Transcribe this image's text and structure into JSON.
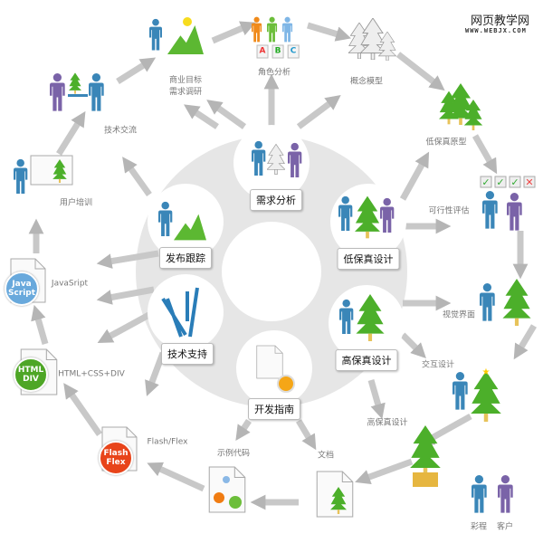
{
  "logo": {
    "title": "网页教学网",
    "url_text": "WWW.WEBJX.COM"
  },
  "hubs": {
    "requirements": "需求分析",
    "low_fi_design": "低保真设计",
    "hi_fi_design": "高保真设计",
    "dev_guide": "开发指南",
    "tech_support": "技术支持",
    "release_tracking": "发布跟踪"
  },
  "nodes": {
    "business_line1": "商业目标",
    "business_line2": "需求调研",
    "role_analysis": "角色分析",
    "concept_model": "概念模型",
    "low_fi_prototype": "低保真原型",
    "feasibility": "可行性评估",
    "visual_ui": "视觉界面",
    "interaction": "交互设计",
    "hi_fi_design": "高保真设计",
    "docs": "文档",
    "sample_code": "示例代码",
    "flash_flex": "Flash/Flex",
    "html_css_div": "HTML+CSS+DIV",
    "javascript": "JavaSript",
    "user_training": "用户培训",
    "tech_exchange": "技术交流"
  },
  "badges": {
    "js": "Java Script",
    "html": "HTML DIV",
    "flash": "Flash Flex",
    "role_letters": [
      "A",
      "B",
      "C"
    ]
  },
  "legend": {
    "designer": "彩程",
    "client": "客户"
  },
  "colors": {
    "designer": "#3a86b8",
    "client": "#7a63a8",
    "tree": "#4caf2a",
    "arrow": "#c8c8c8",
    "hub_bg": "#e6e6e6"
  }
}
